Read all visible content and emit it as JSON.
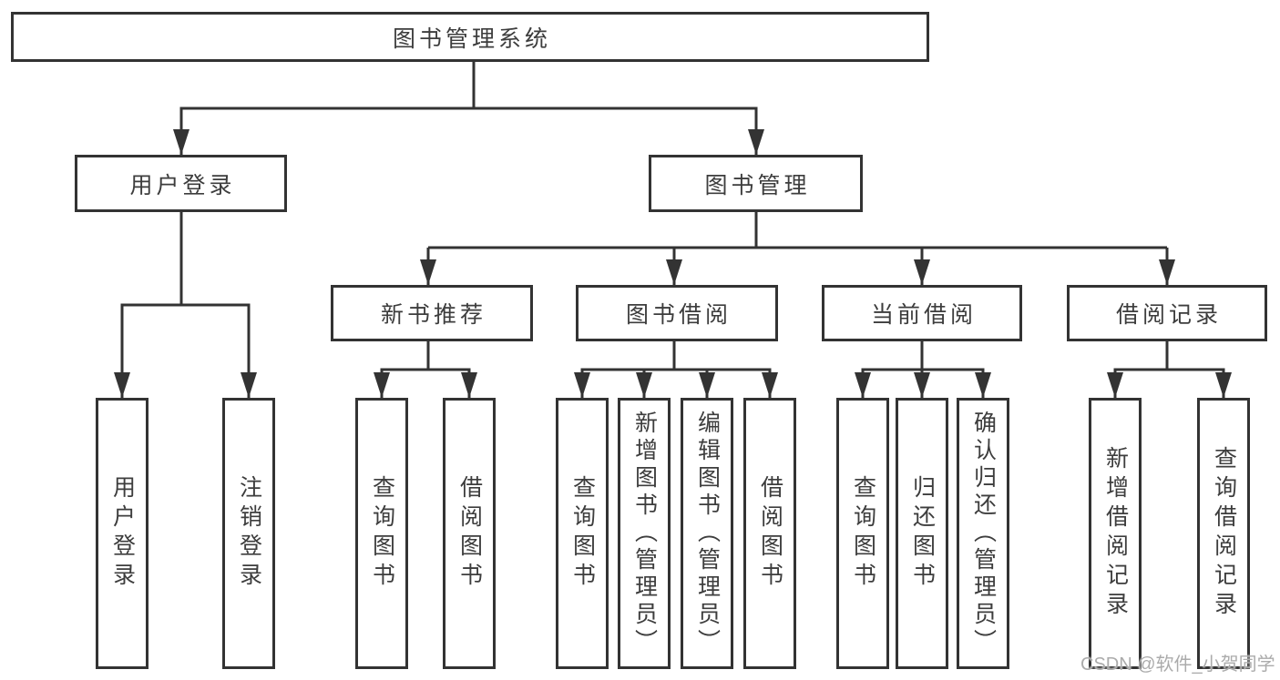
{
  "diagram": {
    "root": {
      "label": "图书管理系统"
    },
    "branches": {
      "user": {
        "label": "用户登录"
      },
      "books": {
        "label": "图书管理"
      }
    },
    "modules": {
      "recommend": {
        "label": "新书推荐"
      },
      "borrow": {
        "label": "图书借阅"
      },
      "current": {
        "label": "当前借阅"
      },
      "records": {
        "label": "借阅记录"
      }
    },
    "leaves": {
      "user": [
        "用户登录",
        "注销登录"
      ],
      "recommend": [
        "查询图书",
        "借阅图书"
      ],
      "borrow": [
        "查询图书",
        "新增图书（管理员）",
        "编辑图书（管理员）",
        "借阅图书"
      ],
      "current": [
        "查询图书",
        "归还图书",
        "确认归还（管理员）"
      ],
      "records": [
        "新增借阅记录",
        "查询借阅记录"
      ]
    }
  },
  "watermark": "CSDN @软件_小贺同学",
  "colors": {
    "line": "#333333",
    "text": "#3d3d3d",
    "watermark": "#ababab",
    "background": "#ffffff"
  }
}
